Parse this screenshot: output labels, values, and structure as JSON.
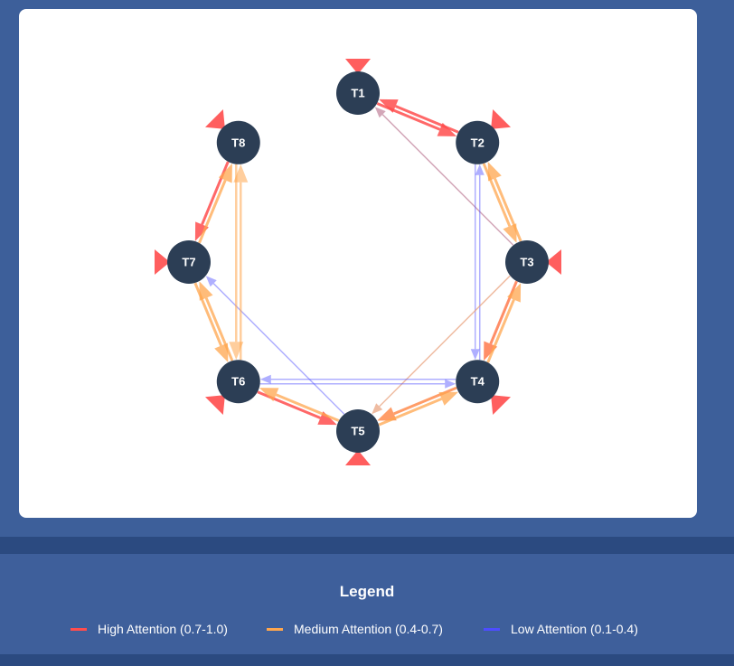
{
  "graph": {
    "nodes": [
      {
        "id": "T1",
        "label": "T1"
      },
      {
        "id": "T2",
        "label": "T2"
      },
      {
        "id": "T3",
        "label": "T3"
      },
      {
        "id": "T4",
        "label": "T4"
      },
      {
        "id": "T5",
        "label": "T5"
      },
      {
        "id": "T6",
        "label": "T6"
      },
      {
        "id": "T7",
        "label": "T7"
      },
      {
        "id": "T8",
        "label": "T8"
      }
    ],
    "edges": [
      {
        "from": "T1",
        "to": "T2",
        "level": "high"
      },
      {
        "from": "T2",
        "to": "T1",
        "level": "high"
      },
      {
        "from": "T2",
        "to": "T3",
        "level": "medium"
      },
      {
        "from": "T3",
        "to": "T2",
        "level": "medium"
      },
      {
        "from": "T3",
        "to": "T1",
        "level": "low-mixed"
      },
      {
        "from": "T2",
        "to": "T4",
        "level": "low"
      },
      {
        "from": "T4",
        "to": "T2",
        "level": "low"
      },
      {
        "from": "T3",
        "to": "T4",
        "level": "high-medium"
      },
      {
        "from": "T4",
        "to": "T3",
        "level": "medium"
      },
      {
        "from": "T3",
        "to": "T5",
        "level": "low-medium"
      },
      {
        "from": "T4",
        "to": "T5",
        "level": "medium-high"
      },
      {
        "from": "T5",
        "to": "T4",
        "level": "medium"
      },
      {
        "from": "T4",
        "to": "T6",
        "level": "low"
      },
      {
        "from": "T6",
        "to": "T4",
        "level": "low"
      },
      {
        "from": "T6",
        "to": "T5",
        "level": "high"
      },
      {
        "from": "T5",
        "to": "T6",
        "level": "medium"
      },
      {
        "from": "T5",
        "to": "T7",
        "level": "low"
      },
      {
        "from": "T7",
        "to": "T6",
        "level": "medium"
      },
      {
        "from": "T6",
        "to": "T7",
        "level": "medium"
      },
      {
        "from": "T6",
        "to": "T8",
        "level": "medium-light"
      },
      {
        "from": "T8",
        "to": "T6",
        "level": "medium-light"
      },
      {
        "from": "T8",
        "to": "T7",
        "level": "high"
      },
      {
        "from": "T7",
        "to": "T8",
        "level": "medium"
      }
    ],
    "self_loops": [
      "T1",
      "T2",
      "T3",
      "T4",
      "T5",
      "T6",
      "T7",
      "T8"
    ]
  },
  "colors": {
    "high": "#ff4d4d",
    "medium": "#ffa64d",
    "low": "#4d4dff",
    "node": "#2c3e55"
  },
  "legend": {
    "title": "Legend",
    "items": [
      {
        "label": "High Attention (0.7-1.0)",
        "color": "#ff4d4d"
      },
      {
        "label": "Medium Attention (0.4-0.7)",
        "color": "#ffa64d"
      },
      {
        "label": "Low Attention (0.1-0.4)",
        "color": "#4d4dff"
      }
    ]
  }
}
